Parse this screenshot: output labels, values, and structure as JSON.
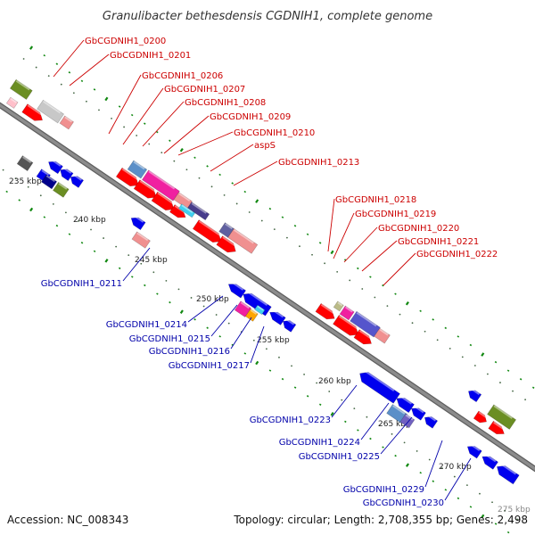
{
  "title": "Granulibacter bethesdensis CGDNIH1, complete genome",
  "footer": {
    "accession": "Accession: NC_008343",
    "topology": "Topology: circular; Length: 2,708,355 bp; Genes: 2,498"
  },
  "colors": {
    "forward_gene": "#ff0000",
    "reverse_gene": "#0000ee",
    "forward_label": "#cc0000",
    "reverse_label": "#0000aa",
    "backbone": "#8c8c8c",
    "tick_marks": "#118811"
  },
  "tick_labels": [
    "235 kbp",
    "240 kbp",
    "245 kbp",
    "250 kbp",
    "255 kbp",
    "260 kbp",
    "265 kbp",
    "270 kbp",
    "275 kbp"
  ],
  "forward_labels": [
    "GbCGDNIH1_0200",
    "GbCGDNIH1_0201",
    "GbCGDNIH1_0206",
    "GbCGDNIH1_0207",
    "GbCGDNIH1_0208",
    "GbCGDNIH1_0209",
    "GbCGDNIH1_0210",
    "aspS",
    "GbCGDNIH1_0213",
    "GbCGDNIH1_0218",
    "GbCGDNIH1_0219",
    "GbCGDNIH1_0220",
    "GbCGDNIH1_0221",
    "GbCGDNIH1_0222"
  ],
  "reverse_labels": [
    "GbCGDNIH1_0211",
    "GbCGDNIH1_0214",
    "GbCGDNIH1_0215",
    "GbCGDNIH1_0216",
    "GbCGDNIH1_0217",
    "GbCGDNIH1_0223",
    "GbCGDNIH1_0224",
    "GbCGDNIH1_0225",
    "GbCGDNIH1_0229",
    "GbCGDNIH1_0230"
  ]
}
